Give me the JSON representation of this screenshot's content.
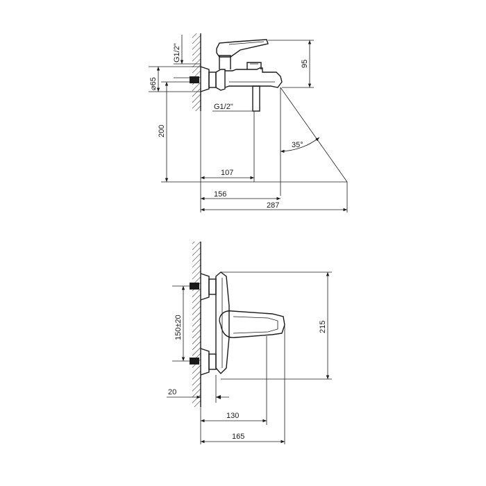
{
  "diagram": {
    "side_view": {
      "thread_top": "G1/2\"",
      "diameter": "⌀65",
      "height_95": "95",
      "thread_spout": "G1/2\"",
      "height_200": "200",
      "angle": "35°",
      "width_107": "107",
      "width_156": "156",
      "width_287": "287"
    },
    "top_view": {
      "spacing": "150±20",
      "height_215": "215",
      "depth_20": "20",
      "width_130": "130",
      "width_165": "165"
    }
  }
}
